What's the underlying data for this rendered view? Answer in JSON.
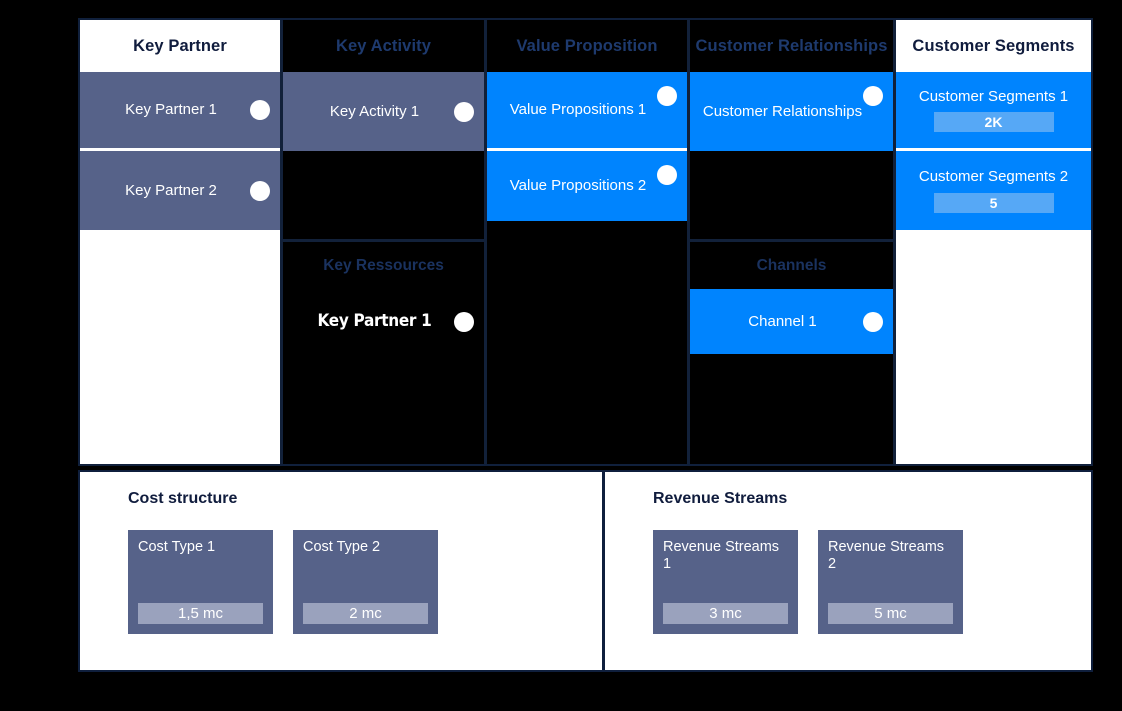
{
  "canvas": {
    "columns": [
      {
        "key": "key-partner",
        "header": "Key Partner",
        "cards": [
          {
            "label": "Key Partner 1"
          },
          {
            "label": "Key Partner 2"
          }
        ]
      },
      {
        "key": "key-activity",
        "header": "Key Activity",
        "cards": [
          {
            "label": "Key Activity 1"
          }
        ],
        "sub": {
          "key": "key-ressources",
          "header": "Key Ressources",
          "cards": [
            {
              "label": "Key Partner 1"
            }
          ]
        }
      },
      {
        "key": "value-proposition",
        "header": "Value Proposition",
        "cards": [
          {
            "label": "Value Propositions 1"
          },
          {
            "label": "Value Propositions 2"
          }
        ]
      },
      {
        "key": "customer-relationships",
        "header": "Customer Relationships",
        "cards": [
          {
            "label": "Customer Relationships"
          }
        ],
        "sub": {
          "key": "channels",
          "header": "Channels",
          "cards": [
            {
              "label": "Channel 1"
            }
          ]
        }
      },
      {
        "key": "customer-segments",
        "header": "Customer Segments",
        "cards": [
          {
            "label": "Customer Segments 1",
            "value": "2K"
          },
          {
            "label": "Customer Segments 2",
            "value": "5"
          }
        ]
      }
    ],
    "cost_structure": {
      "title": "Cost structure",
      "cards": [
        {
          "label": "Cost Type 1",
          "value": "1,5 mc"
        },
        {
          "label": "Cost Type 2",
          "value": "2 mc"
        }
      ]
    },
    "revenue_streams": {
      "title": "Revenue Streams",
      "cards": [
        {
          "label": "Revenue Streams 1",
          "value": "3 mc"
        },
        {
          "label": "Revenue Streams 2",
          "value": "5 mc"
        }
      ]
    }
  },
  "colors": {
    "page_background": "#000000",
    "frame_border": "#10203c",
    "card_slate": "#566289",
    "card_blue": "#0084fe",
    "badge_light_blue": "#56a8f6",
    "badge_slate": "#9aa2bd",
    "header_text_on_white": "#101c3d",
    "header_text_on_black": "#1e3a6e",
    "card_text": "#ffffff"
  }
}
